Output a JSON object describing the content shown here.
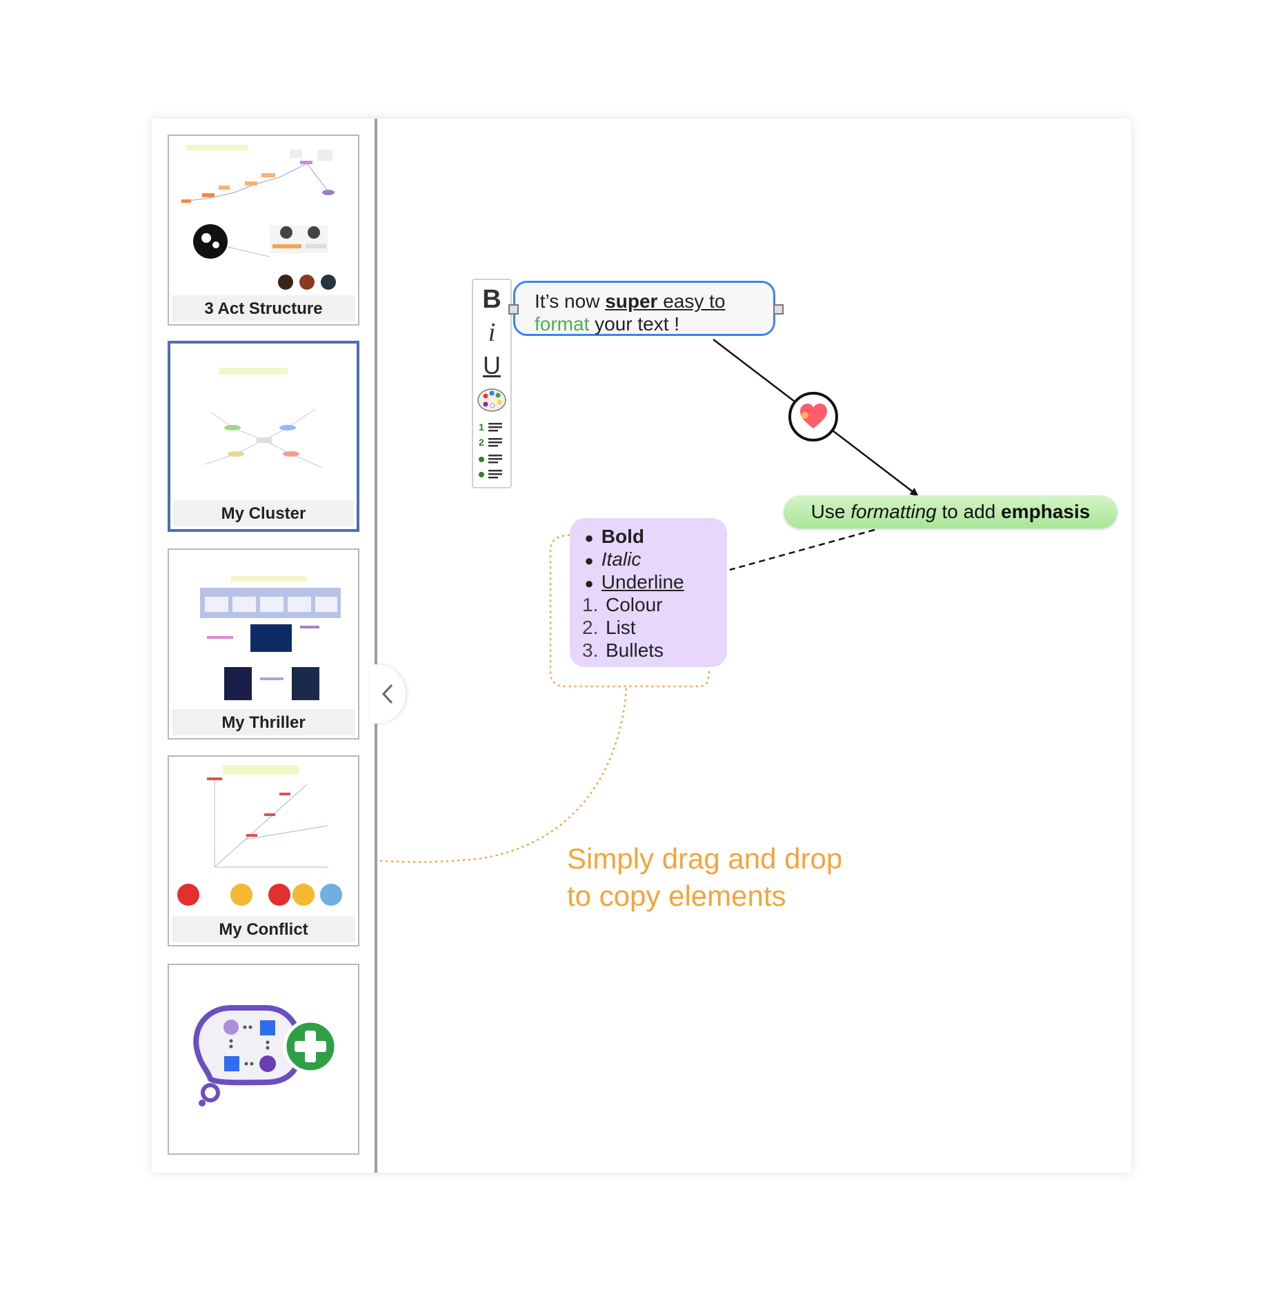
{
  "sidebar": {
    "collapse_icon": "chevron-left-icon",
    "templates": [
      {
        "label": "3 Act Structure",
        "selected": false
      },
      {
        "label": "My Cluster",
        "selected": true
      },
      {
        "label": "My Thriller",
        "selected": false
      },
      {
        "label": "My Conflict",
        "selected": false
      }
    ],
    "new_map_icon": "new-mind-map-plus-icon"
  },
  "toolbar": {
    "bold_label": "B",
    "italic_label": "i",
    "underline_label": "U",
    "icons": [
      "bold-icon",
      "italic-icon",
      "underline-icon",
      "colour-palette-icon",
      "numbered-list-icon",
      "bulleted-list-icon"
    ]
  },
  "canvas": {
    "node_text": {
      "part1": "It’s now ",
      "bold": "super",
      "part2": " easy to",
      "green": "format",
      "part3": " your text !",
      "green_color": "#4caf50",
      "border_color": "#3b82f6"
    },
    "heart_icon": "heart-icon",
    "emphasis_node": {
      "prefix": "Use ",
      "italic": "formatting",
      "middle": " to add ",
      "bold": "emphasis"
    },
    "format_list": {
      "bullets": [
        "Bold",
        "Italic",
        "Underline"
      ],
      "numbered": [
        {
          "num": "1.",
          "text": "Colour"
        },
        {
          "num": "2.",
          "text": "List"
        },
        {
          "num": "3.",
          "text": "Bullets"
        }
      ],
      "background": "#e6d7fb"
    },
    "hint": {
      "line1": "Simply drag and drop",
      "line2": "to copy elements",
      "color": "#f5a43a"
    }
  }
}
